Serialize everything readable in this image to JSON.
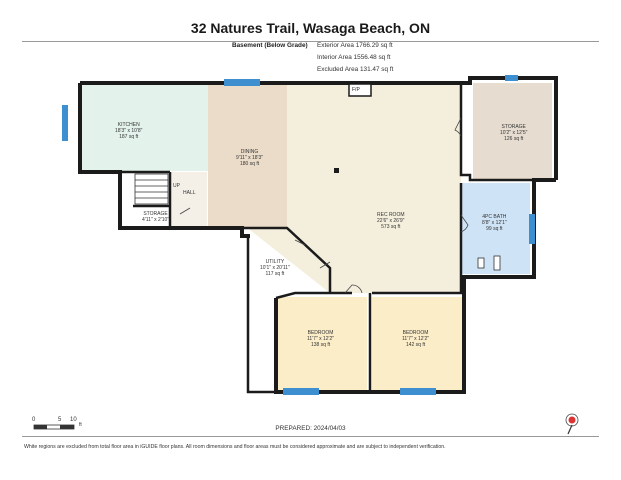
{
  "title": "32 Natures Trail, Wasaga Beach, ON",
  "floor_label": "Basement (Below Grade)",
  "areas": {
    "exterior": "Exterior Area 1766.29 sq ft",
    "interior": "Interior Area 1556.48 sq ft",
    "excluded": "Excluded Area 131.47 sq ft"
  },
  "rooms": {
    "kitchen": {
      "name": "KITCHEN",
      "dims": "18'3\" x 10'8\"",
      "area": "187 sq ft"
    },
    "dining": {
      "name": "DINING",
      "dims": "9'11\" x 18'3\"",
      "area": "180 sq ft"
    },
    "rec_room": {
      "name": "REC ROOM",
      "dims": "22'6\" x 26'9\"",
      "area": "573 sq ft"
    },
    "storage_right": {
      "name": "STORAGE",
      "dims": "10'2\" x 12'5\"",
      "area": "126 sq ft"
    },
    "bath": {
      "name": "4PC BATH",
      "dims": "8'8\" x 12'1\"",
      "area": "99 sq ft"
    },
    "utility": {
      "name": "UTILITY",
      "dims": "10'1\" x 20'11\"",
      "area": "117 sq ft"
    },
    "bedroom_left": {
      "name": "BEDROOM",
      "dims": "11'7\" x 12'2\"",
      "area": "138 sq ft"
    },
    "bedroom_right": {
      "name": "BEDROOM",
      "dims": "11'7\" x 12'2\"",
      "area": "142 sq ft"
    },
    "storage_small": {
      "name": "STORAGE",
      "dims": "4'11\" x 2'10\""
    },
    "hall": {
      "name": "HALL"
    },
    "up": "UP",
    "fp": "F/P"
  },
  "scale": {
    "t0": "0",
    "t5": "5",
    "t10": "10",
    "unit": "ft"
  },
  "prepared": "PREPARED: 2024/04/03",
  "disclaimer": "White regions are excluded from total floor area in iGUIDE floor plans. All room dimensions and floor areas must be considered approximate and are subject to independent verification.",
  "colors": {
    "kitchen": "#e3f3ec",
    "dining": "#ebdcc9",
    "rec_room": "#f4eedd",
    "storage": "#e6dcd0",
    "bath": "#cfe3f6",
    "bedroom": "#fcedc9",
    "wall": "#1b1b1b",
    "window": "#3d8fd0"
  },
  "icons": [
    "compass-icon",
    "stairs-icon"
  ]
}
